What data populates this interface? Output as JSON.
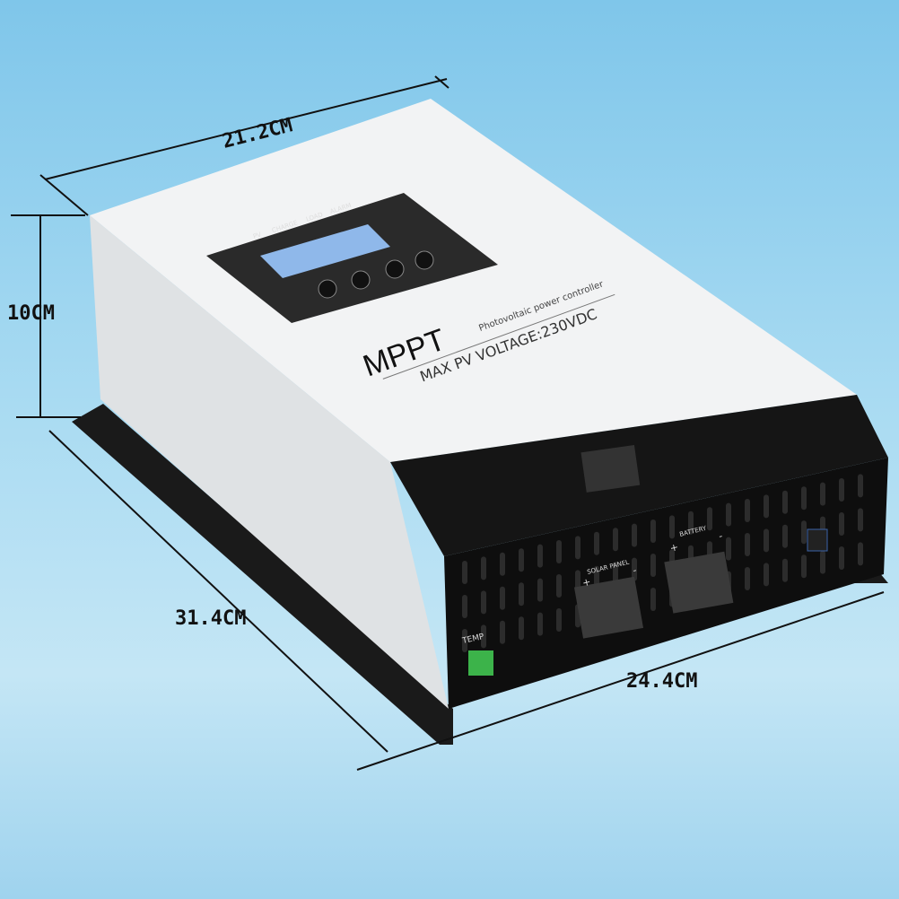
{
  "dimensions": {
    "width": "21.2CM",
    "height": "10CM",
    "depth": "31.4CM",
    "front_width": "24.4CM"
  },
  "product": {
    "brand_title": "MPPT",
    "subtitle": "Photovoltaic power controller",
    "max_voltage": "MAX PV VOLTAGE:230VDC",
    "indicators": [
      "PV",
      "CHARGE",
      "LOAD",
      "ALARM"
    ],
    "ports": {
      "temp": "TEMP",
      "solar": "SOLAR PANEL",
      "battery": "BATTERY",
      "plus": "+",
      "minus": "-"
    }
  },
  "colors": {
    "body": "#eceeef",
    "cover": "#141414",
    "lcd": "#8fb8ea",
    "temp_connector": "#3cb34a",
    "background": "#a9dbf2"
  }
}
